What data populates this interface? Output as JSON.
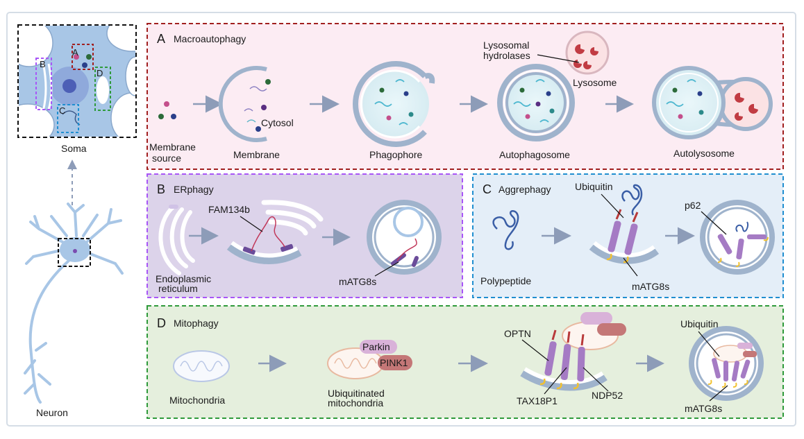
{
  "colors": {
    "panel_a_border": "#a11f1f",
    "panel_a_fill": "#fcecf3",
    "panel_b_border": "#a855f7",
    "panel_b_fill": "#dcd3ea",
    "panel_c_border": "#1f8ed0",
    "panel_c_fill": "#e4eef8",
    "panel_d_border": "#2e9a3a",
    "panel_d_fill": "#e5efdd",
    "membrane": "#9fb3cc",
    "receptor": "#a57bc4",
    "ubiquitin_red": "#b83a3a",
    "atg8_yellow": "#f2c12e"
  },
  "left": {
    "soma_label": "Soma",
    "neuron_label": "Neuron",
    "box_labels": {
      "a": "A",
      "b": "B",
      "c": "C",
      "d": "D"
    }
  },
  "panel_a": {
    "letter": "A",
    "title": "Macroautophagy",
    "membrane_source_line1": "Membrane",
    "membrane_source_line2": "source",
    "membrane": "Membrane",
    "cytosol": "Cytosol",
    "phagophore": "Phagophore",
    "autophagosome": "Autophagosome",
    "lysosomal_line1": "Lysosomal",
    "lysosomal_line2": "hydrolases",
    "lysosome": "Lysosome",
    "autolysosome": "Autolysosome"
  },
  "panel_b": {
    "letter": "B",
    "title": "ERphagy",
    "fam134b": "FAM134b",
    "er_line1": "Endoplasmic",
    "er_line2": "reticulum",
    "matg8s": "mATG8s"
  },
  "panel_c": {
    "letter": "C",
    "title": "Aggrephagy",
    "ubiquitin": "Ubiquitin",
    "p62": "p62",
    "polypeptide": "Polypeptide",
    "matg8s": "mATG8s"
  },
  "panel_d": {
    "letter": "D",
    "title": "Mitophagy",
    "parkin": "Parkin",
    "pink1": "PINK1",
    "mitochondria": "Mitochondria",
    "ubiq_mito_line1": "Ubiquitinated",
    "ubiq_mito_line2": "mitochondria",
    "optn": "OPTN",
    "tax1bp1": "TAX18P1",
    "ndp52": "NDP52",
    "ubiquitin": "Ubiquitin",
    "matg8s": "mATG8s"
  }
}
